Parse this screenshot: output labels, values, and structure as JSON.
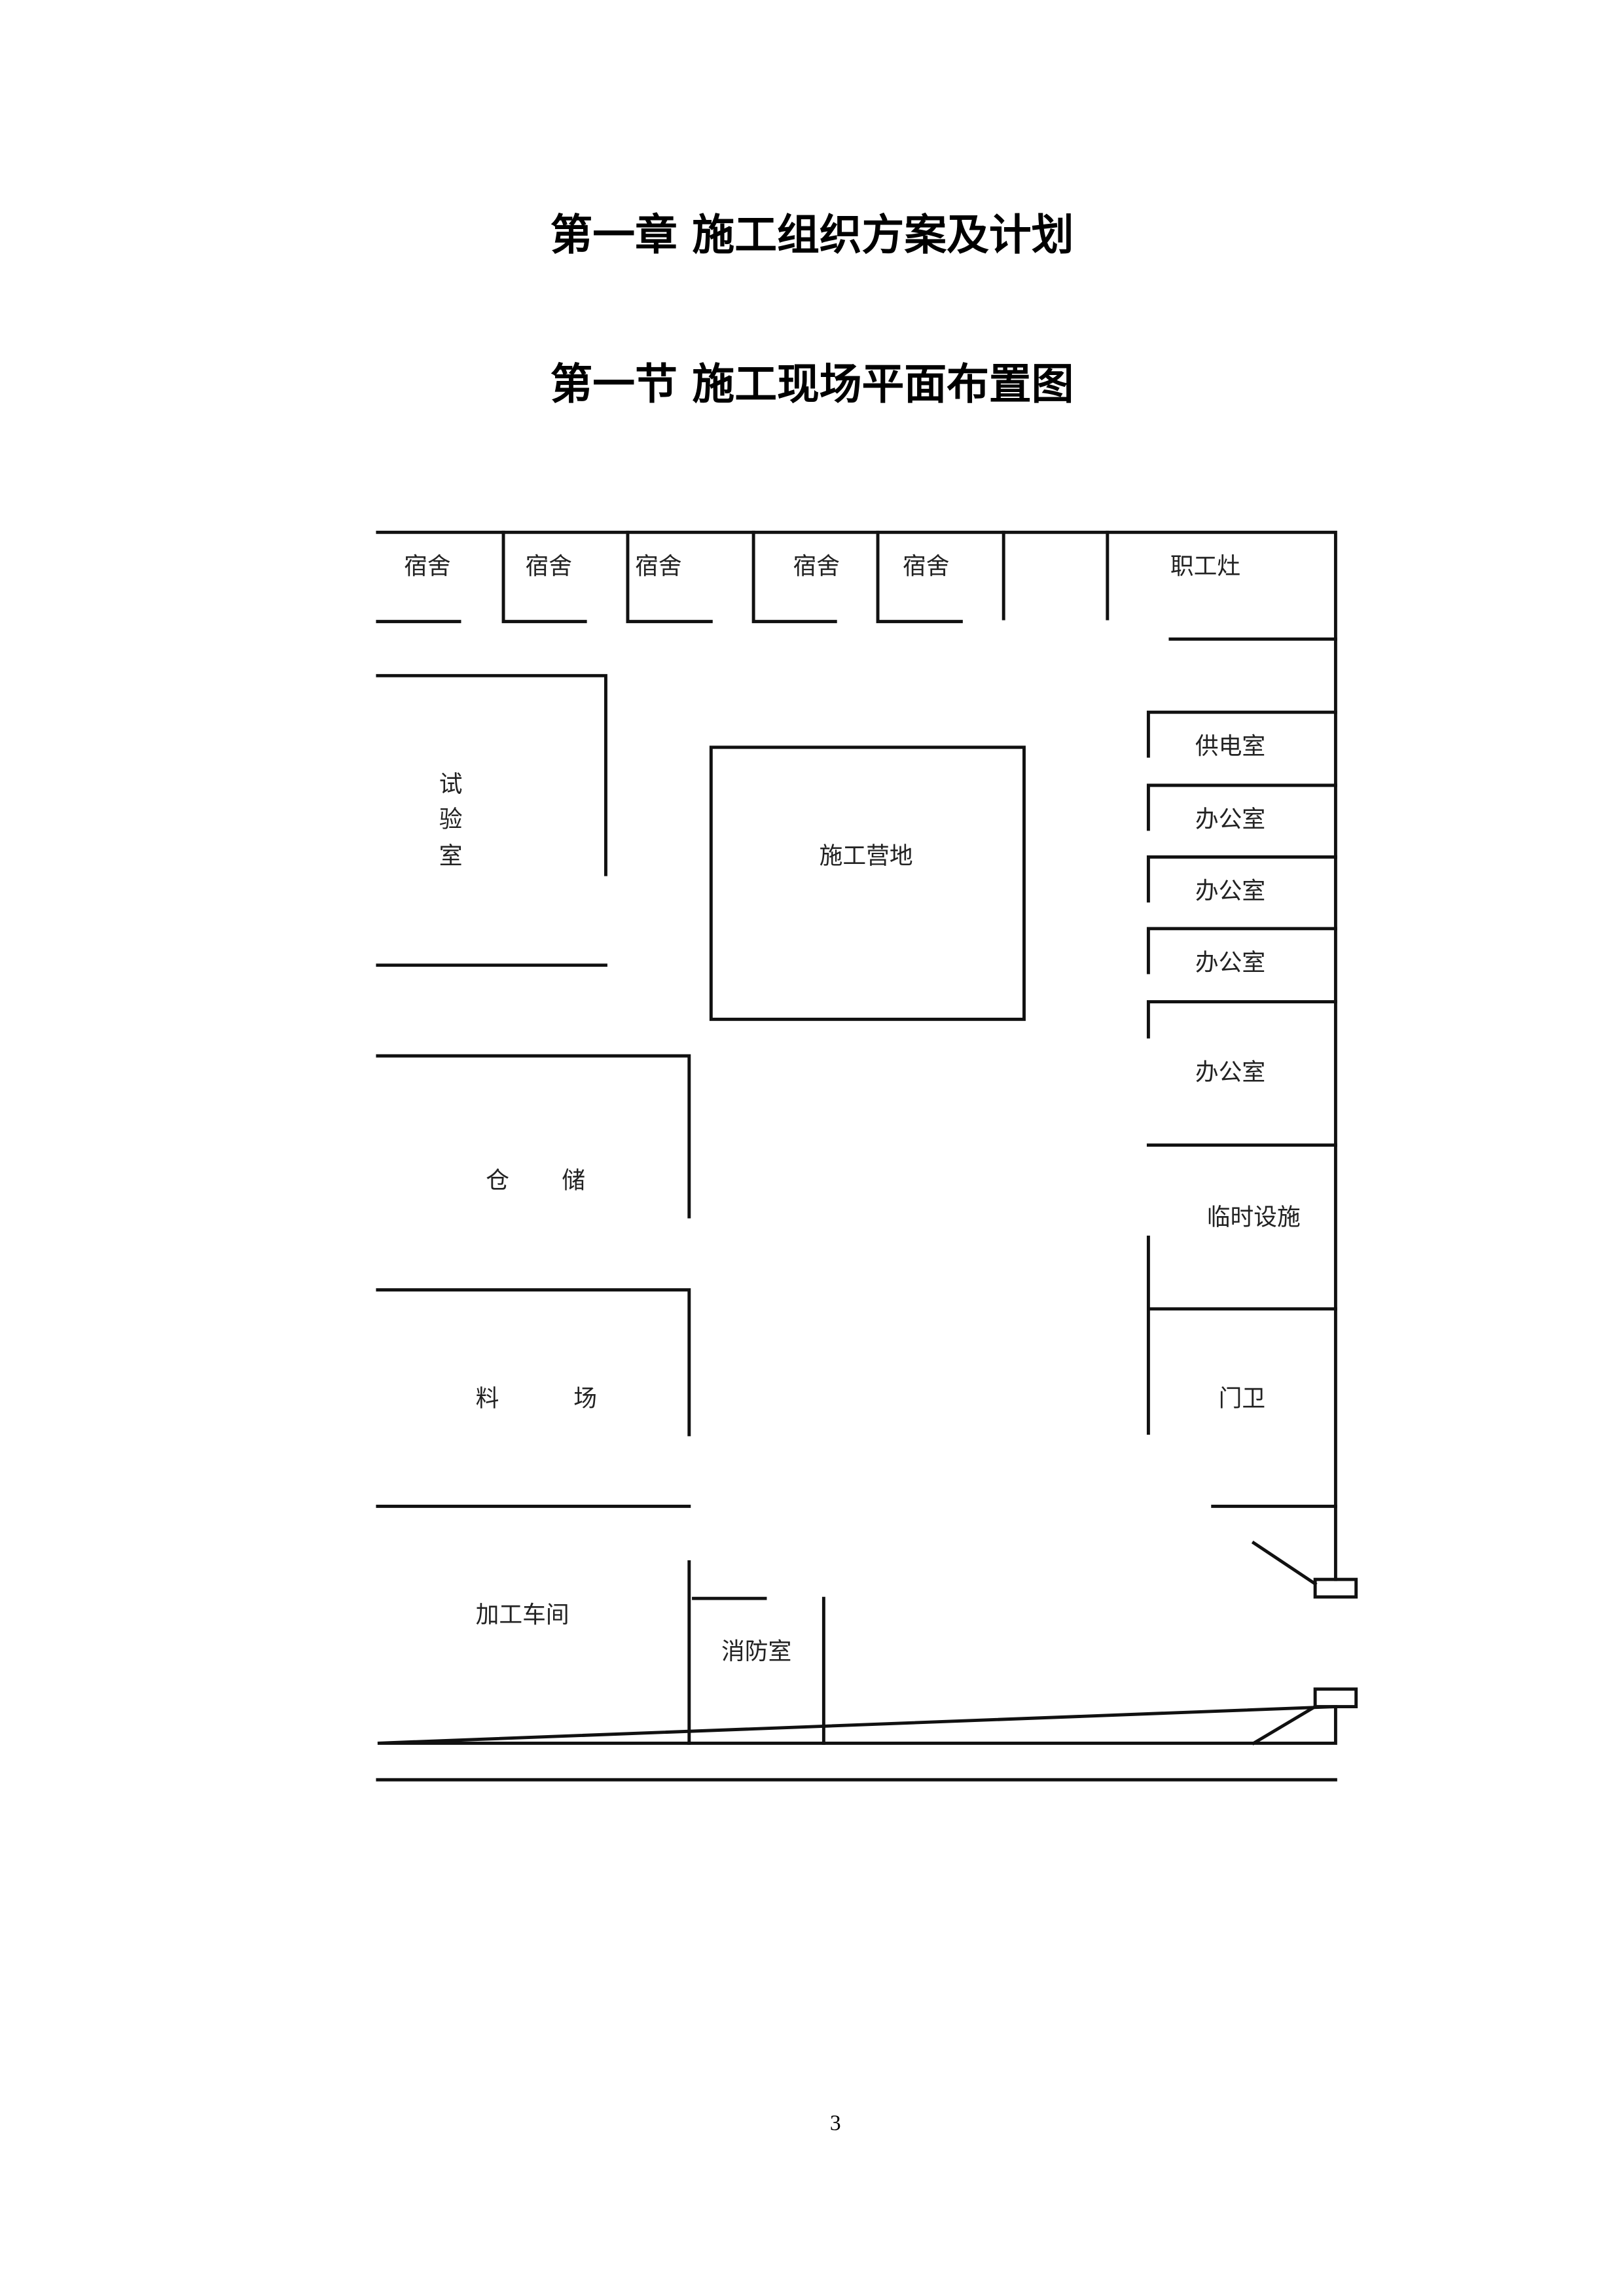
{
  "chapter_title": "第一章  施工组织方案及计划",
  "section_title": "第一节  施工现场平面布置图",
  "plan": {
    "dorms": [
      "宿舍",
      "宿舍",
      "宿舍",
      "宿舍",
      "宿舍"
    ],
    "canteen": "职工灶",
    "lab": [
      "试",
      "验",
      "室"
    ],
    "camp": "施工营地",
    "power_room": "供电室",
    "offices": [
      "办公室",
      "办公室",
      "办公室",
      "办公室"
    ],
    "temp_facilities": "临时设施",
    "guard": "门卫",
    "storage": [
      "仓",
      "储"
    ],
    "material_yard": [
      "料",
      "场"
    ],
    "workshop": "加工车间",
    "fire_room": "消防室"
  },
  "page_number": "3"
}
